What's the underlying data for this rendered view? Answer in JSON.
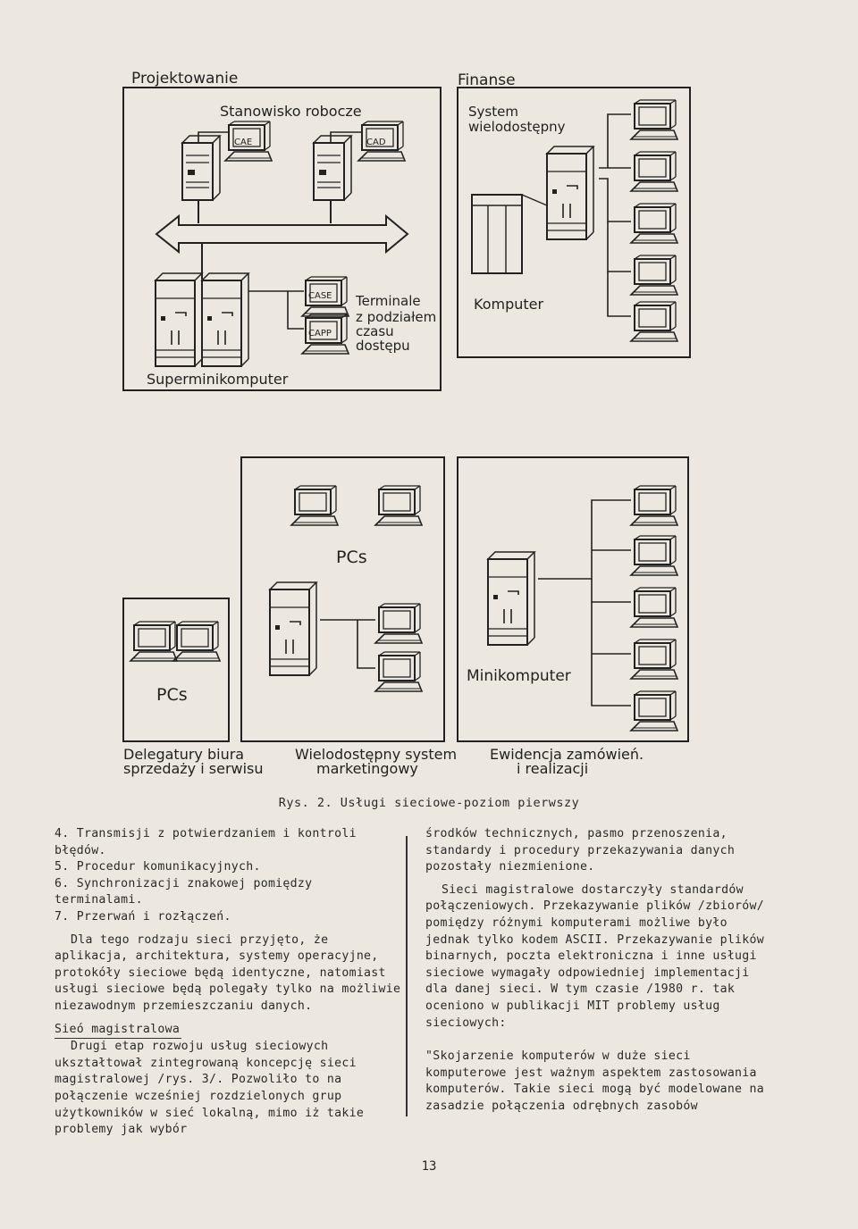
{
  "figure": {
    "quadrants": {
      "projektowanie": {
        "title": "Projektowanie",
        "workstation_label": "Stanowisko robocze",
        "tag_cae": "CAE",
        "tag_cad": "CAD",
        "tag_case": "CASE",
        "tag_capp": "CAPP",
        "terminal_lines": [
          "Terminale",
          "z podziałem",
          "czasu",
          "dostępu"
        ],
        "computer_label": "Superminikomputer"
      },
      "finanse": {
        "title": "Finanse",
        "system_lines": [
          "System",
          "wielodostępny"
        ],
        "computer_label": "Komputer"
      },
      "delegatury": {
        "pcs_label": "PCs",
        "caption_lines": [
          "Delegatury biura",
          "sprzedaży i serwisu"
        ]
      },
      "marketing": {
        "pcs_label": "PCs",
        "caption_lines": [
          "Wielodostępny system",
          "marketingowy"
        ]
      },
      "ewidencja": {
        "computer_label": "Minikomputer",
        "caption_lines": [
          "Ewidencja zamówień.",
          "i realizacji"
        ]
      }
    },
    "caption": "Rys. 2. Usługi sieciowe-poziom pierwszy"
  },
  "left_column": {
    "list": [
      "4. Transmisji z potwierdzaniem i kontroli błędów.",
      "5. Procedur komunikacyjnych.",
      "6. Synchronizacji znakowej pomiędzy terminalami.",
      "7. Przerwań i rozłączeń."
    ],
    "para1": "Dla tego rodzaju sieci przyjęto, że aplikacja, architektura, systemy operacyjne, protokóły sieciowe będą identyczne, natomiast usługi sieciowe będą polegały tylko na możliwie niezawodnym przemieszczaniu danych.",
    "heading": "Sieó magistralowa",
    "para2": "Drugi etap rozwoju usług sieciowych ukształtował zintegrowaną koncepcję sieci magistralowej /rys. 3/. Pozwoliło to na połączenie wcześniej rozdzielonych grup użytkowników w sieć lokalną, mimo iż takie problemy jak wybór"
  },
  "right_column": {
    "para1": "środków technicznych, pasmo przenoszenia, standardy i procedury przekazywania danych pozostały niezmienione.",
    "para2": "Sieci magistralowe dostarczyły standardów połączeniowych. Przekazywanie plików /zbiorów/ pomiędzy różnymi komputerami możliwe było jednak tylko kodem ASCII. Przekazywanie plików binarnych, poczta elektroniczna i inne usługi sieciowe wymagały odpowiedniej implementacji dla danej sieci. W tym czasie /1980 r. tak oceniono w publikacji MIT problemy usług sieciowych:",
    "quote": "\"Skojarzenie komputerów w duże sieci komputerowe jest ważnym aspektem zastosowania komputerów. Takie sieci mogą być modelowane na zasadzie połączenia odrębnych zasobów"
  },
  "page_number": "13"
}
